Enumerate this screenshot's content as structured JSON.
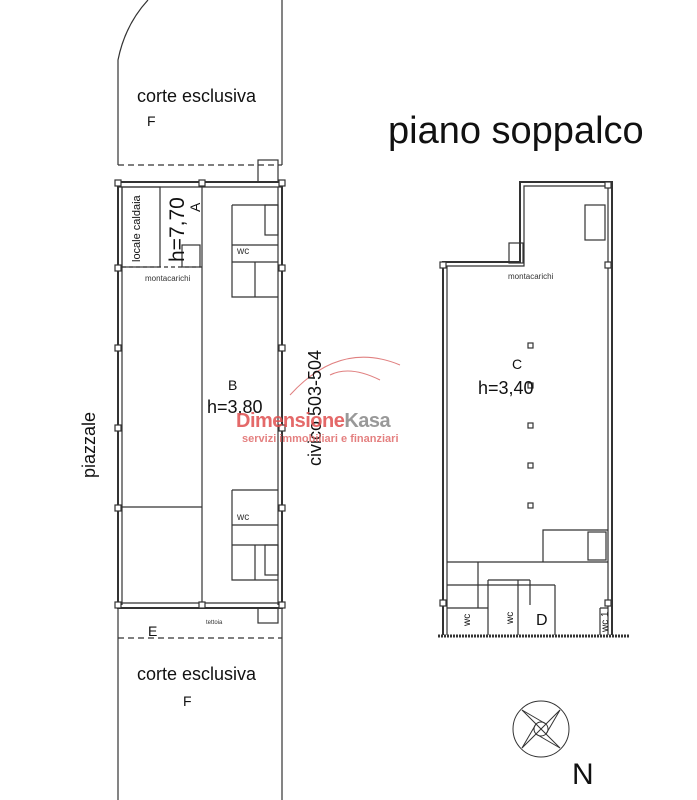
{
  "title": "piano soppalco",
  "labels": {
    "corte_top": "corte esclusiva",
    "f_top": "F",
    "corte_bottom": "corte esclusiva",
    "f_bottom": "F",
    "locale_caldaia": "locale caldaia",
    "h_a": "h=7,70",
    "a": "A",
    "montacarichi_left": "montacarichi",
    "montacarichi_right": "montacarichi",
    "b": "B",
    "h_b": "h=3,80",
    "civico": "civico 503-504",
    "piazzale": "piazzale",
    "wc_1": "wc",
    "wc_2": "wc",
    "e": "E",
    "tettoia": "tettoia",
    "c": "C",
    "h_c": "h=3,40",
    "wc_3": "wc",
    "wc_4": "wc",
    "d": "D",
    "wc_5": "wc 1",
    "north": "N"
  },
  "watermark": {
    "brand_a": "Dimensione",
    "brand_b": "Kasa",
    "tagline": "servizi immobiliari e finanziari",
    "color_a": "#e05050",
    "color_b": "#888888"
  },
  "colors": {
    "line": "#333333",
    "background": "#ffffff"
  }
}
